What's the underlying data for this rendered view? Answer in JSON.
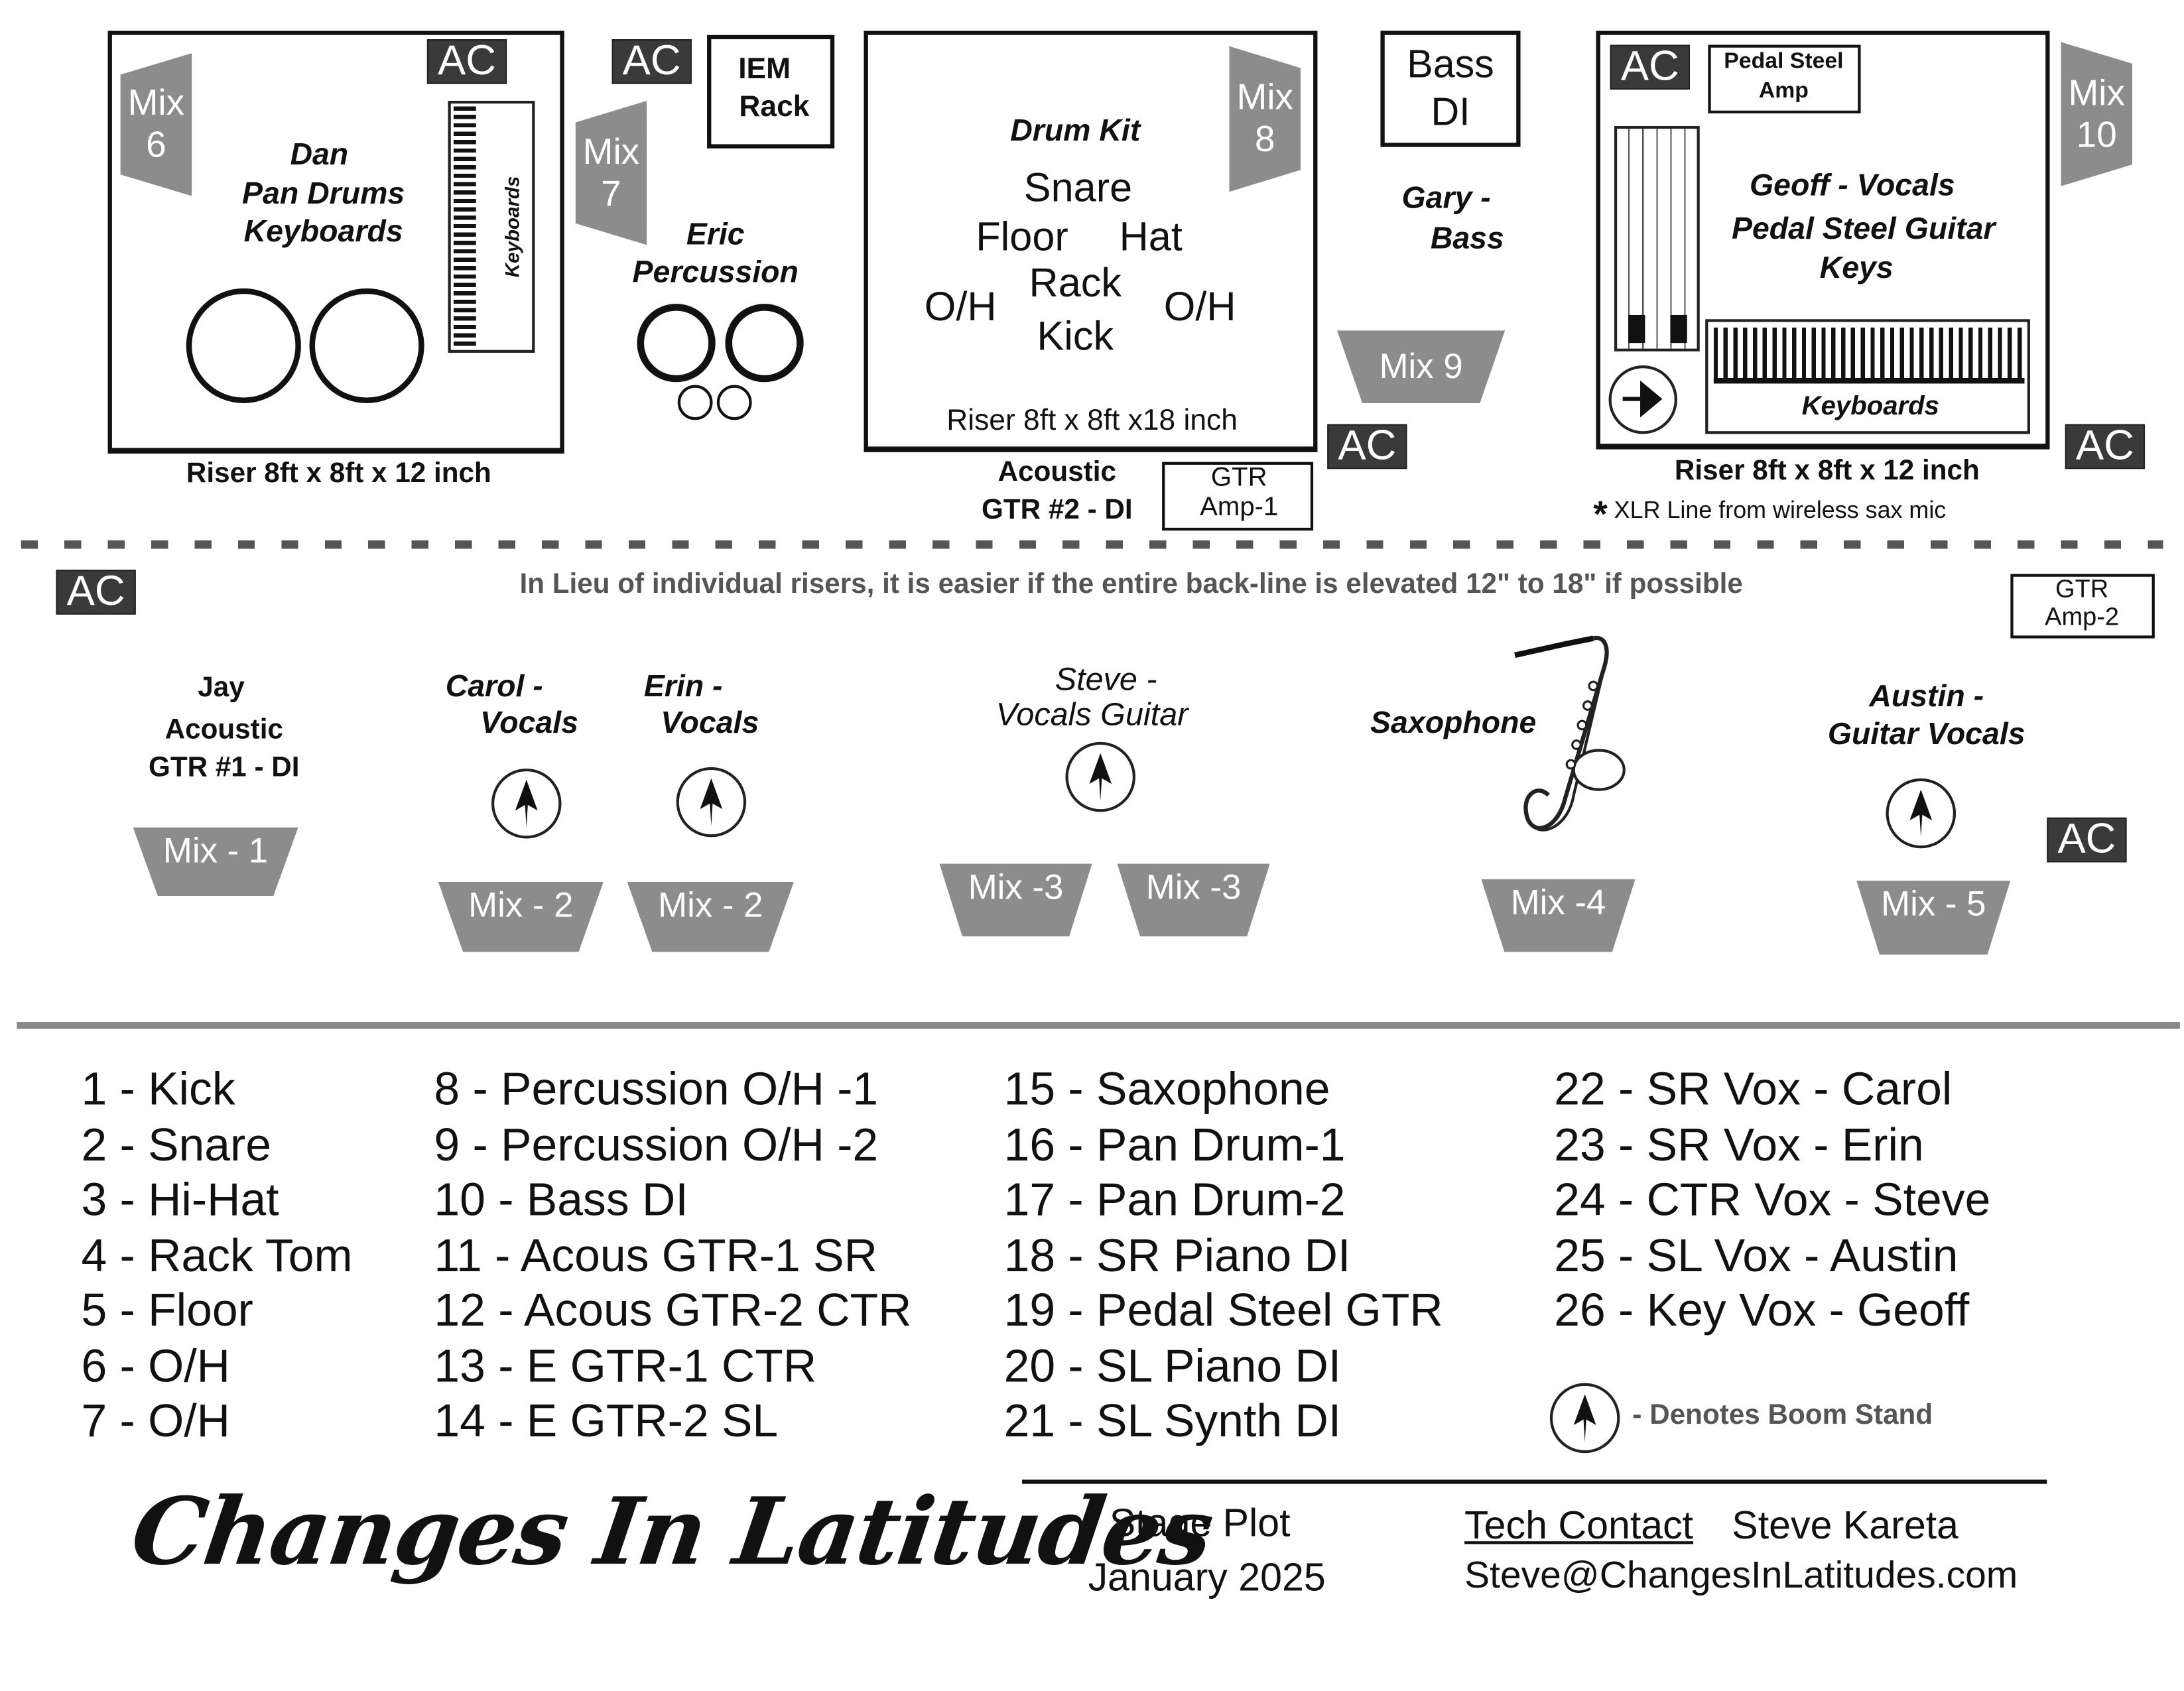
{
  "upstage": {
    "dan": {
      "name": "Dan",
      "line2": "Pan Drums",
      "line3": "Keyboards",
      "keyboard_label": "Keyboards",
      "riser": "Riser 8ft x 8ft x 12 inch",
      "mix": [
        "Mix",
        "6"
      ],
      "ac": "AC"
    },
    "eric": {
      "name": "Eric",
      "line2": "Percussion",
      "mix": [
        "Mix",
        "7"
      ],
      "ac": "AC"
    },
    "iem": [
      "IEM",
      "Rack"
    ],
    "drums": {
      "title": "Drum Kit",
      "snare": "Snare",
      "floor": "Floor",
      "hat": "Hat",
      "rack": "Rack",
      "oh_left": "O/H",
      "oh_right": "O/H",
      "kick": "Kick",
      "riser": "Riser 8ft x 8ft x18 inch",
      "mix": [
        "Mix",
        "8"
      ]
    },
    "bass": {
      "di": [
        "Bass",
        "DI"
      ],
      "name": "Gary -",
      "line2": "Bass",
      "mix": "Mix 9",
      "ac": "AC"
    },
    "acoustic2": [
      "Acoustic",
      "GTR #2 - DI"
    ],
    "gtr_amp1": [
      "GTR",
      "Amp-1"
    ],
    "geoff": {
      "ac": "AC",
      "amp": [
        "Pedal Steel",
        "Amp"
      ],
      "name": "Geoff - Vocals",
      "line2": "Pedal Steel Guitar",
      "line3": "Keys",
      "keyboard_label": "Keyboards",
      "riser": "Riser 8ft x 8ft x 12 inch",
      "mix": [
        "Mix",
        "10"
      ],
      "ac2": "AC",
      "note_star": "*",
      "note": "XLR Line from wireless sax mic"
    }
  },
  "divider_note": "In Lieu of individual risers, it is easier if the entire back-line is elevated 12\" to 18\" if possible",
  "downstage": {
    "ac_left": "AC",
    "gtr_amp2": [
      "GTR",
      "Amp-2"
    ],
    "ac_right": "AC",
    "jay": [
      "Jay",
      "Acoustic",
      "GTR #1 - DI"
    ],
    "mix1": "Mix - 1",
    "carol": [
      "Carol -",
      "Vocals"
    ],
    "mix2a": "Mix - 2",
    "erin": [
      "Erin -",
      "Vocals"
    ],
    "mix2b": "Mix - 2",
    "steve": [
      "Steve  -",
      "Vocals  Guitar"
    ],
    "mix3a": "Mix -3",
    "mix3b": "Mix -3",
    "sax": "Saxophone",
    "mix4": "Mix -4",
    "austin": [
      "Austin -",
      "Guitar  Vocals"
    ],
    "mix5": "Mix - 5"
  },
  "inputs": {
    "col1": [
      "1 - Kick",
      "2 - Snare",
      "3 - Hi-Hat",
      "4 - Rack Tom",
      "5 - Floor",
      "6 - O/H",
      "7 - O/H"
    ],
    "col2": [
      "8 - Percussion O/H -1",
      "9 - Percussion O/H -2",
      "10 - Bass DI",
      "11 - Acous GTR-1 SR",
      "12 - Acous GTR-2 CTR",
      "13 - E GTR-1 CTR",
      "14 - E GTR-2 SL"
    ],
    "col3": [
      "15 -  Saxophone",
      "16 -  Pan Drum-1",
      "17 -  Pan Drum-2",
      "18 - SR Piano DI",
      "19 -  Pedal Steel GTR",
      "20 - SL Piano DI",
      "21 - SL Synth DI"
    ],
    "col4": [
      "22 -  SR Vox - Carol",
      "23 -  SR Vox - Erin",
      "24 - CTR Vox - Steve",
      "25 -  SL Vox - Austin",
      "26 -  Key Vox - Geoff"
    ]
  },
  "legend": {
    "icon": "boom-stand-arrow-icon",
    "text": "- Denotes Boom Stand"
  },
  "footer": {
    "logo": "Changes In Latitudes",
    "plot_title": "Stage Plot",
    "date": "January 2025",
    "tech_label": "Tech Contact",
    "tech_name": "Steve Kareta",
    "email": "Steve@ChangesInLatitudes.com"
  },
  "colors": {
    "wedge": "#8c8c8c",
    "ac_box": "#3a3a3a",
    "note": "#555555"
  }
}
